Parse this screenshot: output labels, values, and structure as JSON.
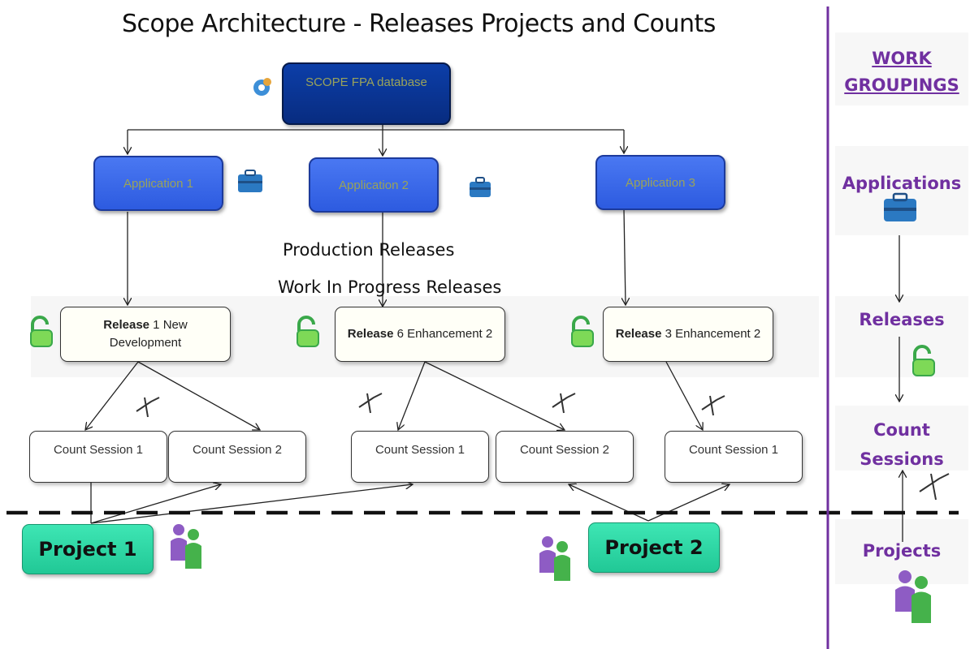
{
  "title": "Scope Architecture  - Releases Projects and Counts",
  "database": {
    "label": "SCOPE FPA database"
  },
  "applications": [
    {
      "label": "Application 1"
    },
    {
      "label": "Application 2"
    },
    {
      "label": "Application 3"
    }
  ],
  "floating_labels": {
    "production": "Production Releases",
    "wip": "Work In Progress Releases"
  },
  "releases": [
    {
      "bold": "Release",
      "rest": " 1 New Development"
    },
    {
      "bold": "Release",
      "rest": " 6 Enhancement 2"
    },
    {
      "bold": "Release",
      "rest": " 3 Enhancement 2"
    }
  ],
  "count_sessions": [
    {
      "label": "Count Session 1"
    },
    {
      "label": "Count Session 2"
    },
    {
      "label": "Count Session 1"
    },
    {
      "label": "Count Session 2"
    },
    {
      "label": "Count Session 1"
    }
  ],
  "projects": [
    {
      "label": "Project 1"
    },
    {
      "label": "Project  2"
    }
  ],
  "sidebar": {
    "heading": "WORK GROUPINGS",
    "applications": "Applications",
    "releases": "Releases",
    "count_sessions": "Count Sessions",
    "projects": "Projects"
  },
  "colors": {
    "database": "#0a3696",
    "application": "#3b6cf0",
    "project": "#2ed6a4",
    "sidebar_text": "#7030a0",
    "divider": "#7030a0"
  },
  "icons": [
    "gear-icon",
    "briefcase-icon",
    "unlock-icon",
    "compass-icon",
    "people-icon"
  ]
}
